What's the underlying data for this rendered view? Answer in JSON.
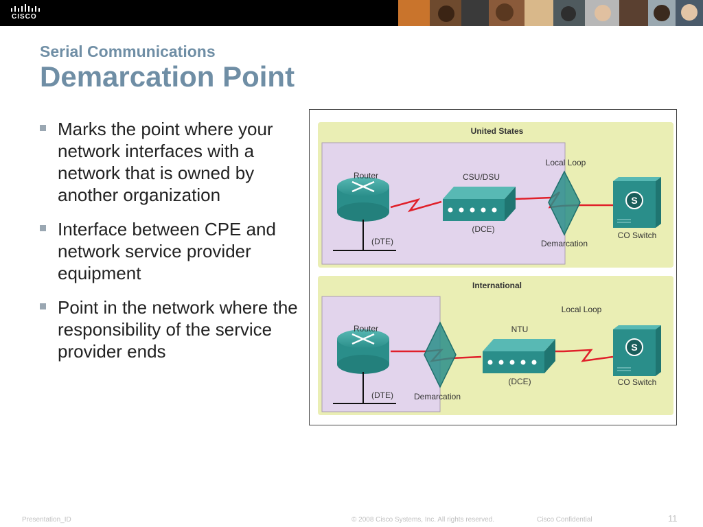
{
  "header": {
    "logo_text": "CISCO"
  },
  "slide": {
    "subtitle": "Serial Communications",
    "title": "Demarcation Point",
    "bullets": [
      "Marks the point where your network interfaces with a network that is owned by another organization",
      "Interface between CPE and network service provider equipment",
      "Point in the network where the responsibility of the service provider ends"
    ]
  },
  "diagram": {
    "us": {
      "heading": "United States",
      "router": "Router",
      "dte": "(DTE)",
      "csu": "CSU/DSU",
      "dce": "(DCE)",
      "local_loop": "Local Loop",
      "demarcation": "Demarcation",
      "co_switch": "CO Switch"
    },
    "intl": {
      "heading": "International",
      "router": "Router",
      "dte": "(DTE)",
      "demarcation": "Demarcation",
      "ntu": "NTU",
      "dce": "(DCE)",
      "local_loop": "Local Loop",
      "co_switch": "CO Switch"
    },
    "switch_glyph": "S"
  },
  "footer": {
    "presentation_id": "Presentation_ID",
    "copyright": "© 2008 Cisco Systems, Inc. All rights reserved.",
    "confidential": "Cisco Confidential",
    "page_number": "11"
  },
  "colors": {
    "title": "#6f8ea5",
    "panel": "#eaeeb4",
    "zone": "#e2d4ec",
    "device": "#2a8e8a",
    "link": "#e0202a"
  }
}
